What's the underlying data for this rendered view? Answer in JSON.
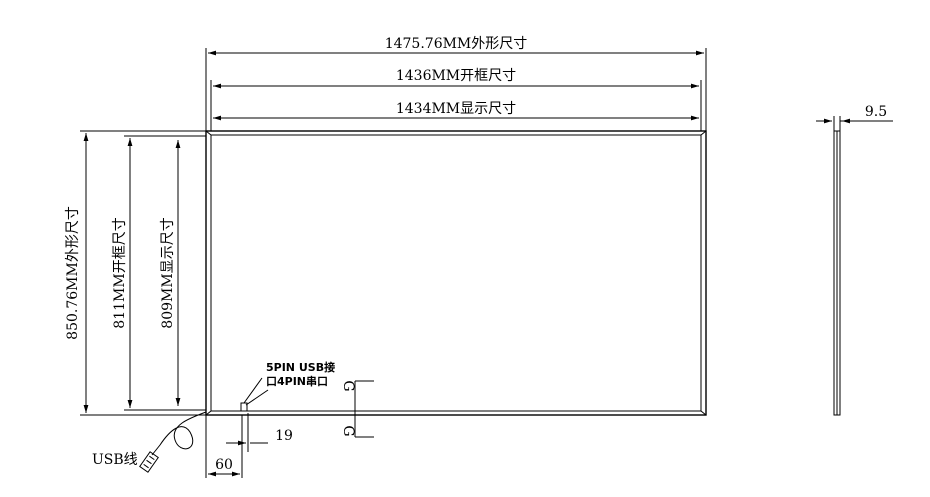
{
  "dimensions": {
    "outer_width": "1475.76MM外形尺寸",
    "frame_width": "1436MM开框尺寸",
    "display_width": "1434MM显示尺寸",
    "outer_height": "850.76MM外形尺寸",
    "frame_height": "811MM开框尺寸",
    "display_height": "809MM显示尺寸",
    "thickness": "9.5",
    "offset_60": "60",
    "offset_19": "19"
  },
  "labels": {
    "usb_port": "5PIN USB接",
    "serial_port": "口4PIN串口",
    "usb_cable": "USB线",
    "g_top": "G",
    "g_bottom": "G"
  }
}
